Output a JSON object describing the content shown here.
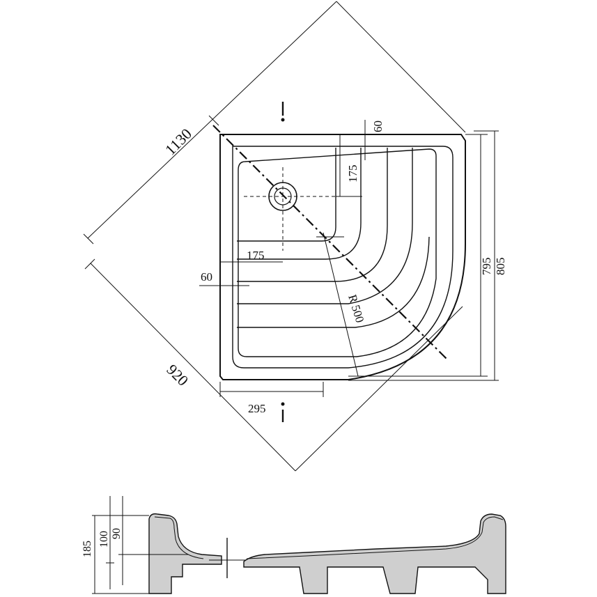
{
  "plan": {
    "dim_1130": "1130",
    "dim_920": "920",
    "dim_60_top": "60",
    "dim_175_vertical": "175",
    "dim_175_horizontal": "175",
    "dim_60_left": "60",
    "dim_295": "295",
    "dim_795": "795",
    "dim_805": "805",
    "radius_label": "R 500"
  },
  "section": {
    "dim_185": "185",
    "dim_100": "100",
    "dim_90": "90"
  },
  "colors": {
    "line": "#111111",
    "section_fill": "#cfcfcf",
    "background": "#ffffff"
  }
}
